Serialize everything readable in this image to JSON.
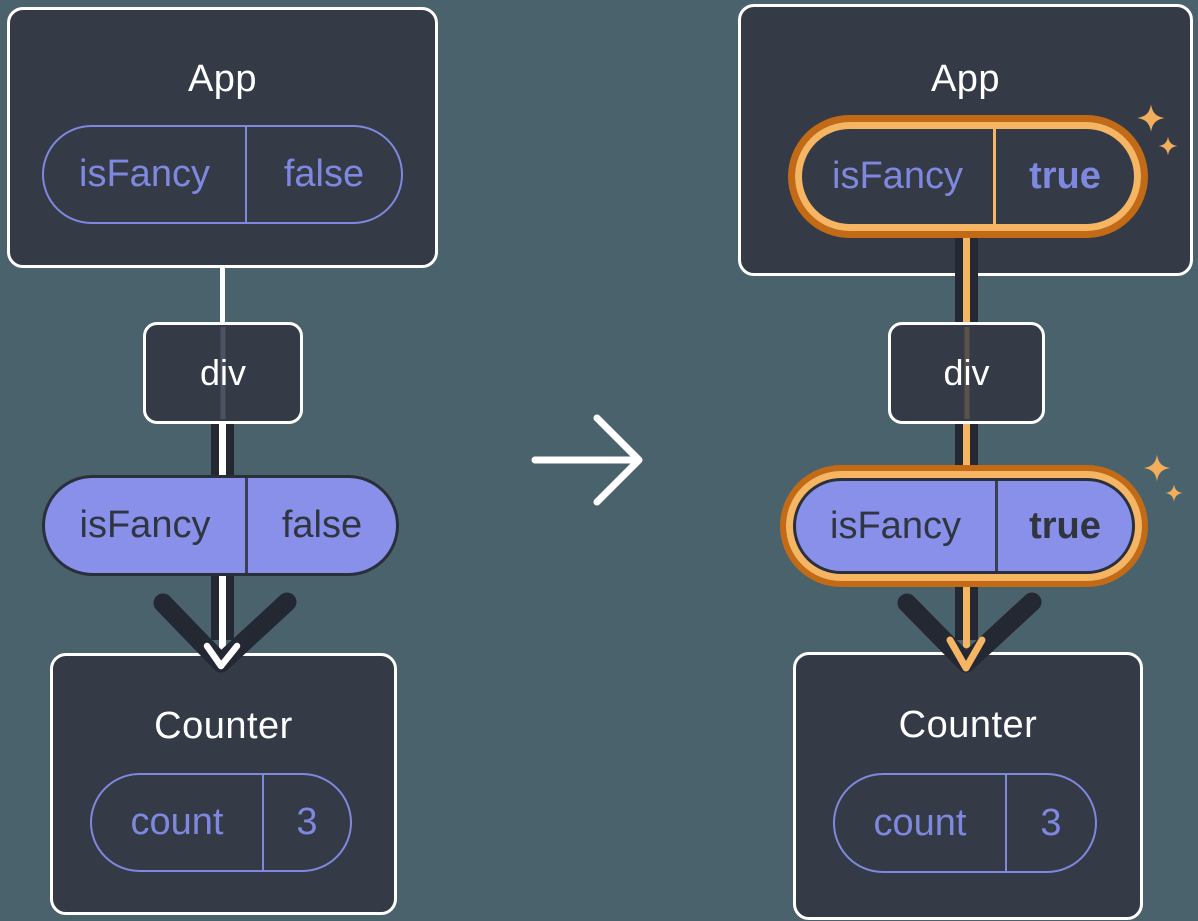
{
  "left": {
    "app": {
      "title": "App",
      "prop": {
        "name": "isFancy",
        "value": "false"
      }
    },
    "div_label": "div",
    "prop": {
      "name": "isFancy",
      "value": "false"
    },
    "counter": {
      "title": "Counter",
      "state": {
        "name": "count",
        "value": "3"
      }
    }
  },
  "right": {
    "app": {
      "title": "App",
      "prop": {
        "name": "isFancy",
        "value": "true"
      }
    },
    "div_label": "div",
    "prop": {
      "name": "isFancy",
      "value": "true"
    },
    "counter": {
      "title": "Counter",
      "state": {
        "name": "count",
        "value": "3"
      }
    }
  },
  "icons": {
    "transition": "right-arrow-icon",
    "flow": "down-arrow-icon",
    "highlight": "sparkles-icon"
  },
  "colors": {
    "background": "#4A626C",
    "box": "#343A46",
    "box_border": "#FFFFFF",
    "purple": "#7E88DF",
    "lavender_fill": "#8890EA",
    "dark_text": "#303540",
    "flow_dark": "#232833",
    "highlight_orange_dark": "#C26A15",
    "highlight_orange_light": "#F5B562",
    "sparkle": "#F3AE5C"
  }
}
